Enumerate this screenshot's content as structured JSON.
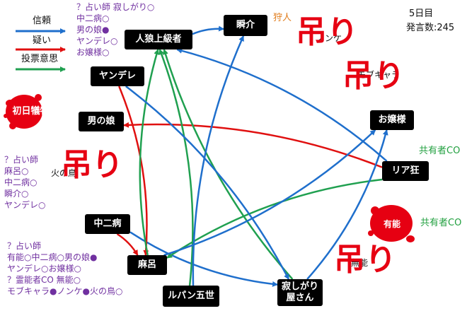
{
  "legend": {
    "trust": "信頼",
    "doubt": "疑い",
    "vote": "投票意思",
    "colors": {
      "trust": "#1f6fcc",
      "doubt": "#e01010",
      "vote": "#20a050"
    }
  },
  "status": {
    "day": "5日目",
    "posts": "発言数:245"
  },
  "nodes": {
    "werewolf_fan": "人狼上級者",
    "shunsuke": "瞬介",
    "yandere": "ヤンデレ",
    "otokonoko": "男の娘",
    "ojousama": "お嬢様",
    "riajuu": "リア狂",
    "chuuni": "中二病",
    "mahjong": "麻呂",
    "lupin": "ルパン五世",
    "sabishigari": "寂しがり\n屋さん"
  },
  "dead": {
    "first_victim": "初日犠牲者",
    "medium": "有能"
  },
  "hanged_label": "吊り",
  "faded": {
    "nonke": "ノンケ",
    "mobu": "モブキャラ",
    "hinotori": "火の鳥",
    "medium_small": "無能"
  },
  "roles": {
    "hunter": "狩人",
    "co_a": "共有者CO",
    "co_b": "共有者CO"
  },
  "notes": {
    "top": [
      "？占い師 寂しがり○",
      "中二病○",
      "男の娘●",
      "ヤンデレ○",
      "お嬢様○"
    ],
    "left": [
      "？占い師",
      "麻呂○",
      "中二病○",
      "瞬介○",
      "ヤンデレ○"
    ],
    "bottom": [
      "？占い師",
      "有能○中二病○男の娘●",
      "ヤンデレ○お嬢様○",
      "？霊能者CO 無能○",
      "モブキャラ●ノンケ●火の鳥○"
    ]
  },
  "edges": [
    {
      "from": "werewolf_fan",
      "to": "shunsuke",
      "type": "trust"
    },
    {
      "from": "riajuu",
      "to": "werewolf_fan",
      "type": "trust"
    },
    {
      "from": "chuuni",
      "to": "mahjong",
      "type": "doubt"
    },
    {
      "from": "chuuni",
      "to": "sabishigari",
      "type": "trust"
    },
    {
      "from": "yandere",
      "to": "mahjong",
      "type": "doubt"
    },
    {
      "from": "riajuu",
      "to": "otokonoko",
      "type": "doubt"
    },
    {
      "from": "mahjong",
      "to": "werewolf_fan",
      "type": "vote"
    },
    {
      "from": "lupin",
      "to": "werewolf_fan",
      "type": "vote"
    },
    {
      "from": "sabishigari",
      "to": "werewolf_fan",
      "type": "vote"
    },
    {
      "from": "riajuu",
      "to": "mahjong",
      "type": "vote"
    },
    {
      "from": "yandere",
      "to": "sabishigari",
      "type": "trust"
    },
    {
      "from": "mahjong",
      "to": "ojousama",
      "type": "trust"
    },
    {
      "from": "lupin",
      "to": "shunsuke",
      "type": "trust"
    },
    {
      "from": "sabishigari",
      "to": "ojousama",
      "type": "trust"
    }
  ]
}
